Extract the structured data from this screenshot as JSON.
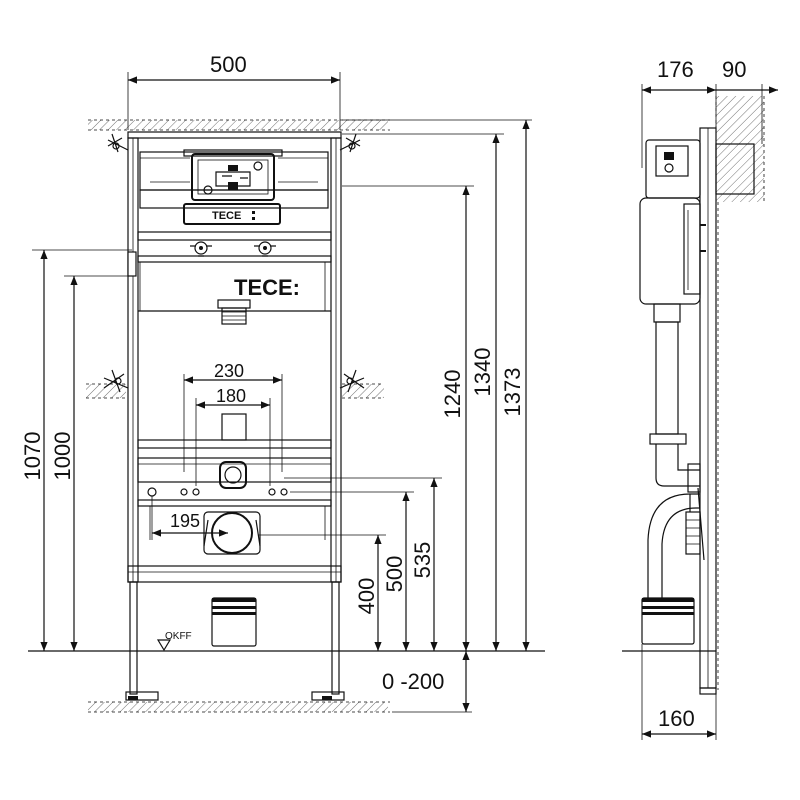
{
  "front_view": {
    "brand_label": "TECE:",
    "actuator_label": "TECE",
    "floor_label": "OKFF",
    "dimensions": {
      "frame_width": "500",
      "height_1373": "1373",
      "height_1340": "1340",
      "height_1240": "1240",
      "height_1070": "1070",
      "height_1000": "1000",
      "bolt_spacing_230": "230",
      "bolt_spacing_180": "180",
      "drain_offset_195": "195",
      "height_535": "535",
      "height_500": "500",
      "height_400": "400",
      "adjust_range": "0 -200"
    }
  },
  "side_view": {
    "dimensions": {
      "depth_176": "176",
      "depth_90": "90",
      "depth_160": "160"
    }
  }
}
